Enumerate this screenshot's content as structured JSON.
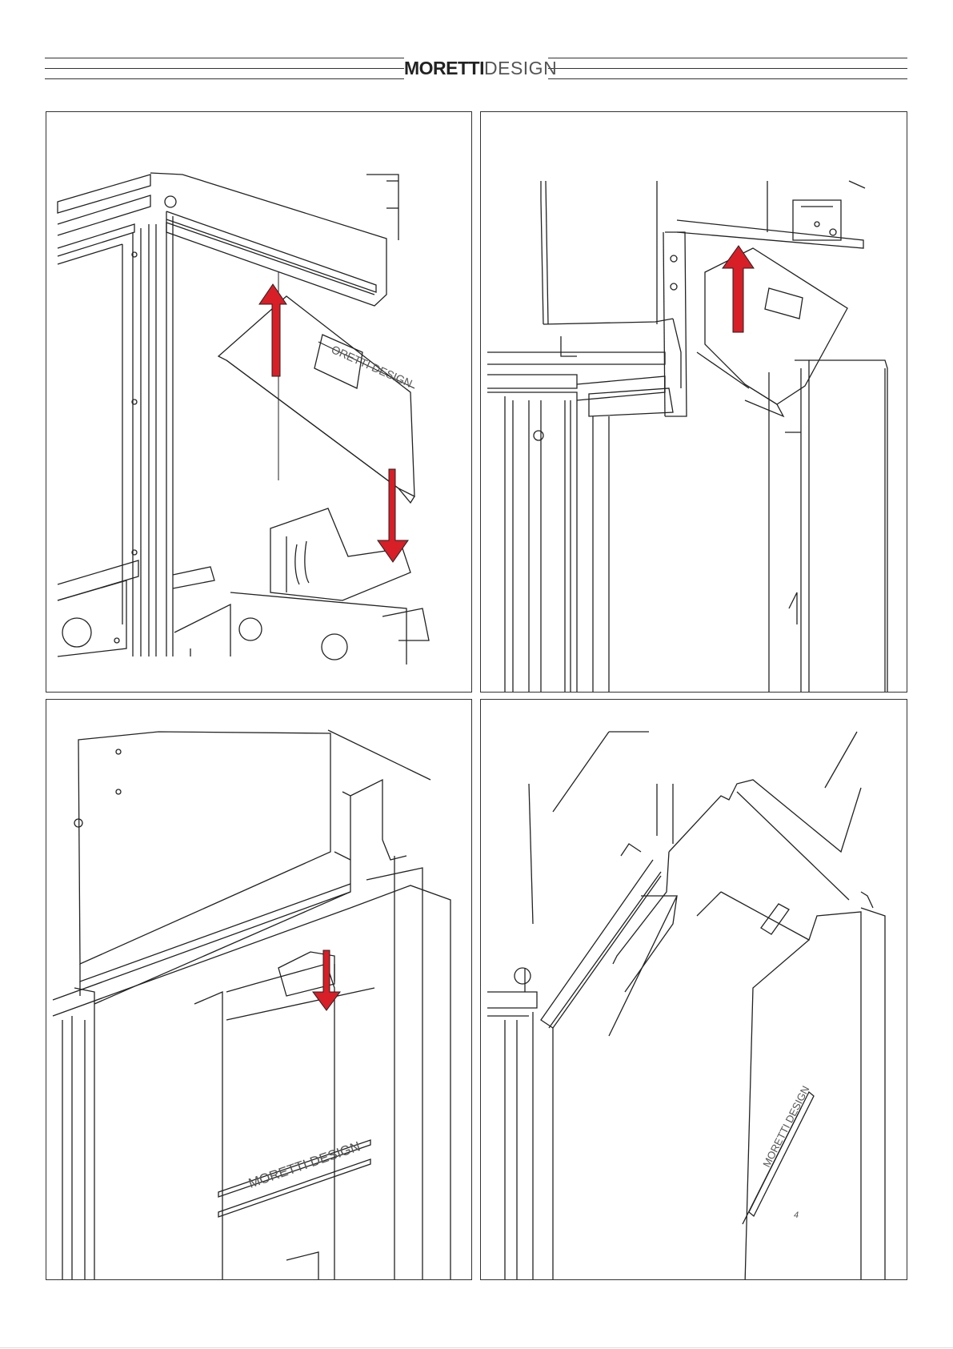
{
  "header": {
    "brand_bold": "MORETTI",
    "brand_light": "DESIGN"
  },
  "figures": [
    {
      "id": "fig-1",
      "arrows": [
        "up",
        "down"
      ],
      "embossed_text": "ORETTI DESIGN"
    },
    {
      "id": "fig-2",
      "arrows": [
        "up"
      ]
    },
    {
      "id": "fig-3",
      "arrows": [
        "down"
      ],
      "embossed_text": "MORETTI DESIGN"
    },
    {
      "id": "fig-4",
      "arrows": [],
      "embossed_text": "MORETTI DESIGN",
      "small_text": "4"
    }
  ],
  "colors": {
    "arrow": "#d81e27",
    "line": "#222222"
  }
}
